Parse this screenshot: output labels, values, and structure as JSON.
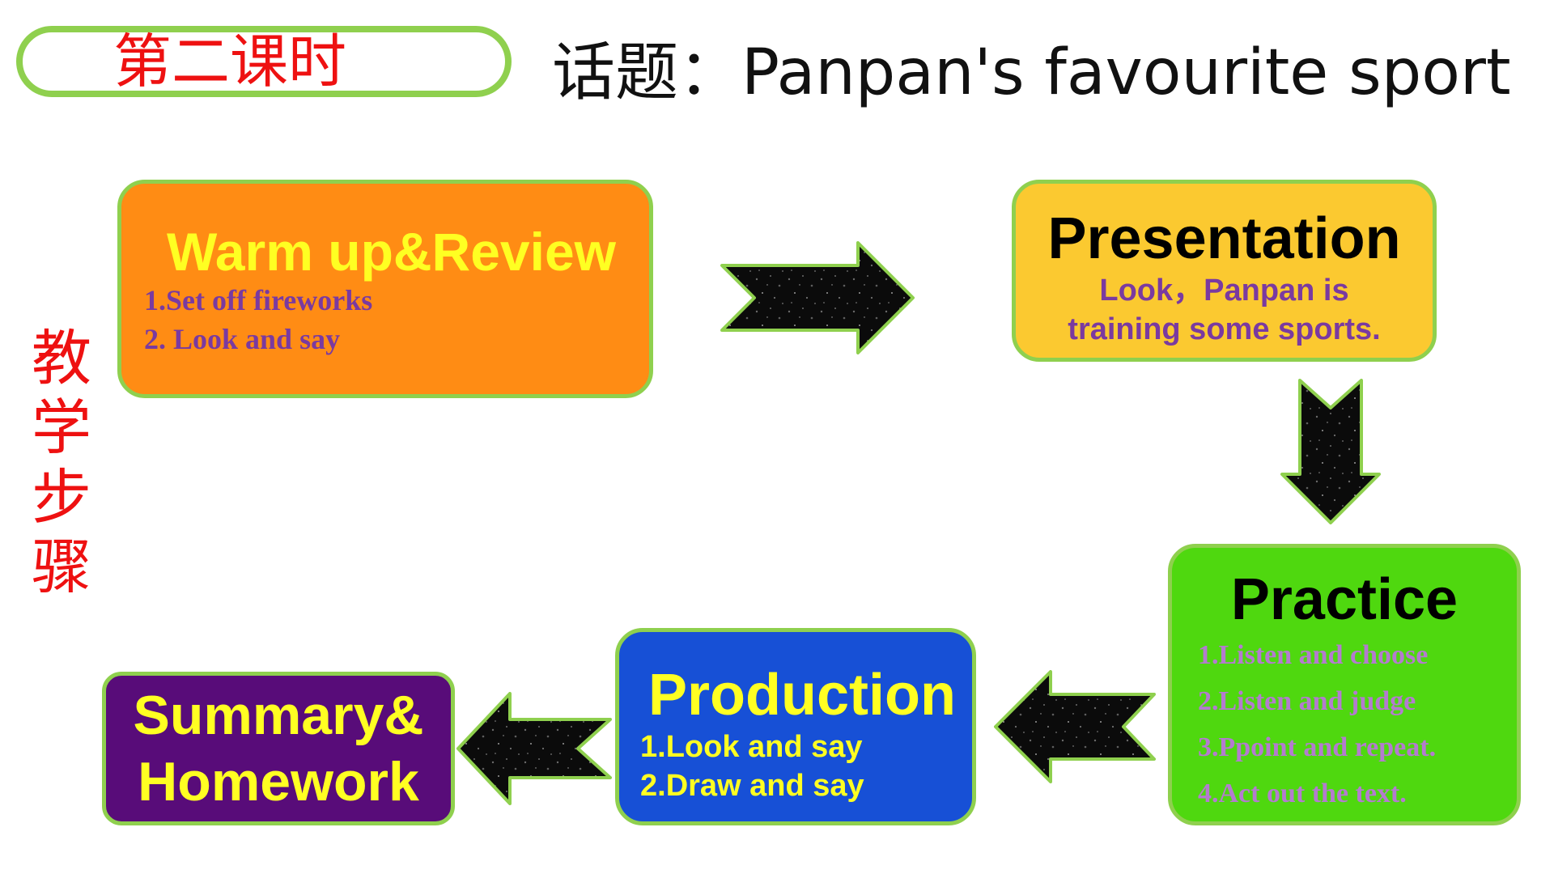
{
  "header": {
    "lesson_label": "第二课时",
    "topic_title": "话题：Panpan's favourite sport"
  },
  "side_label": [
    "教",
    "学",
    "步",
    "骤"
  ],
  "colors": {
    "accent_border": "#8fd04e",
    "warm_up_bg": "#ff8c14",
    "presentation_bg": "#fbc930",
    "practice_bg": "#4fd80f",
    "production_bg": "#1750d6",
    "summary_bg": "#580c79",
    "heading_yellow": "#ffff22",
    "heading_red": "#ee1111"
  },
  "steps": {
    "warm_up": {
      "title": "Warm up&Review",
      "items": [
        "1.Set off fireworks",
        "2. Look and say"
      ]
    },
    "presentation": {
      "title": "Presentation",
      "lines": [
        "Look，Panpan is",
        "training some sports."
      ]
    },
    "practice": {
      "title": "Practice",
      "items": [
        "1.Listen and choose",
        "2.Listen and judge",
        "3.Ppoint and repeat.",
        "4.Act out the text."
      ]
    },
    "production": {
      "title": "Production",
      "items": [
        "1.Look and say",
        "2.Draw and say"
      ]
    },
    "summary": {
      "title_lines": [
        "Summary&",
        "Homework"
      ]
    }
  },
  "arrows": [
    {
      "name": "arrow-right-icon",
      "direction": "right"
    },
    {
      "name": "arrow-down-icon",
      "direction": "down"
    },
    {
      "name": "arrow-left-icon",
      "direction": "left"
    },
    {
      "name": "arrow-left-icon",
      "direction": "left"
    }
  ]
}
